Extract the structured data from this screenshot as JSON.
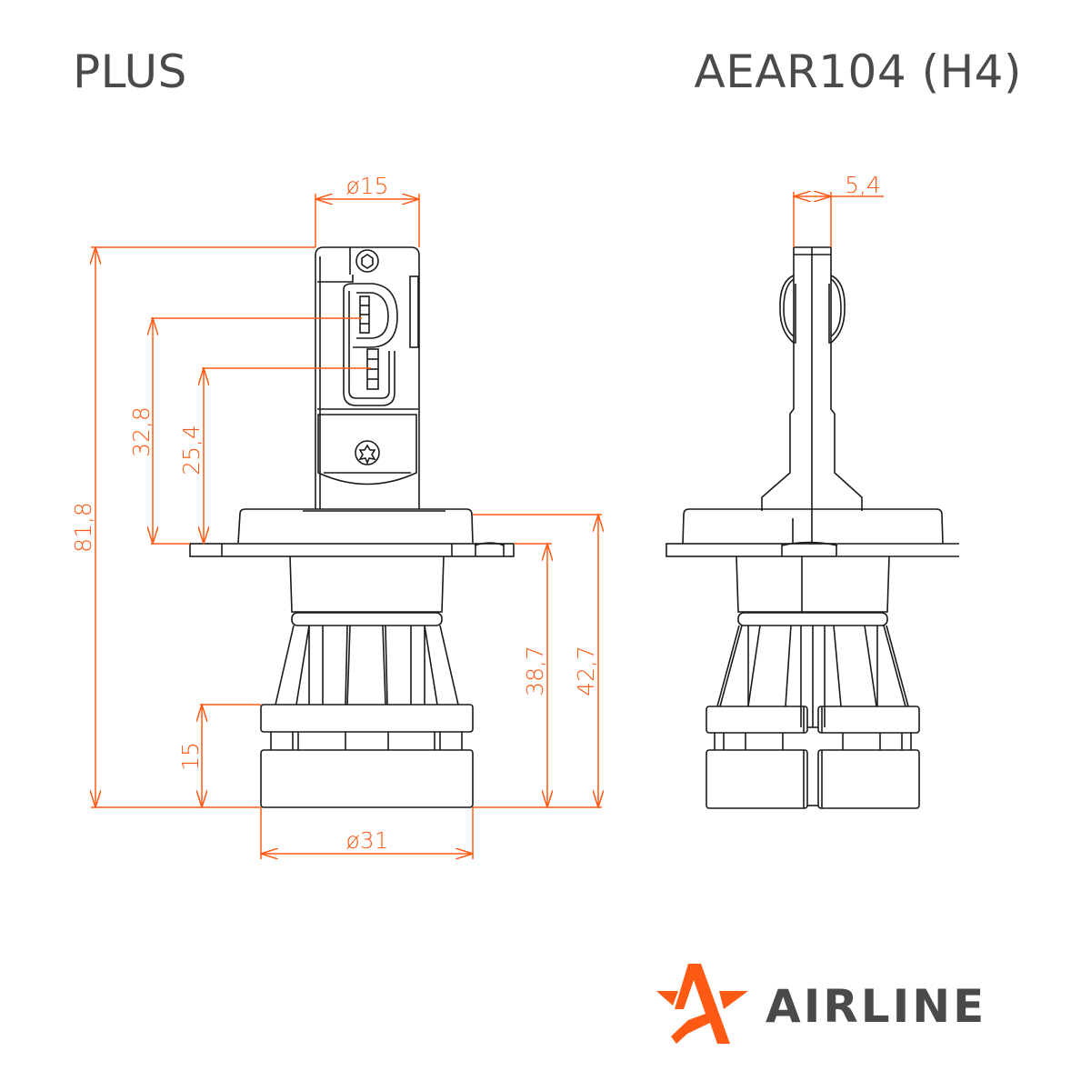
{
  "header": {
    "series": "PLUS",
    "model": "AEAR104 (H4)"
  },
  "colors": {
    "dimension": "#ff5a14",
    "outline": "#1a1a1a",
    "title_text": "#4a4a4a",
    "brand": "#ff5a14"
  },
  "front_view": {
    "dimensions": {
      "head_diameter": "ø15",
      "total_length": "81,8",
      "upper_led_height": "32,8",
      "lower_led_height": "25,4",
      "base_height": "15",
      "body_length_to_flange": "38,7",
      "body_length_to_collar": "42,7",
      "base_diameter": "ø31"
    }
  },
  "side_view": {
    "dimensions": {
      "head_thickness": "5,4"
    }
  },
  "brand": {
    "name": "AIRLINE",
    "logo_icon": "star-a-logo"
  }
}
